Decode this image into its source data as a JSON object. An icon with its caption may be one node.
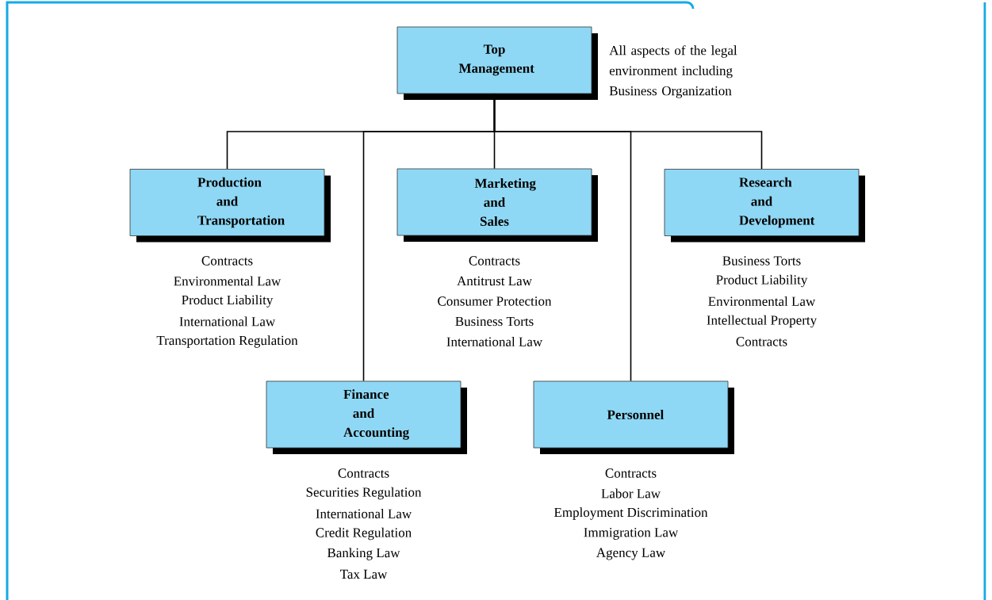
{
  "diagram": {
    "nodes": [
      {
        "text": [
          "Top Management"
        ],
        "beside": [
          "All aspects of the legal environment including Business Organization"
        ]
      },
      {
        "text": [
          "Production and Transportation"
        ],
        "beside": [
          "Contracts",
          "Environmental Law",
          "Product Liability",
          "International Law",
          "Transportation Regulation"
        ]
      },
      {
        "text": [
          "Marketing and Sales"
        ],
        "beside": [
          "Contracts",
          "Antitrust Law",
          "Consumer Protection",
          "Business Torts",
          "International Law"
        ]
      },
      {
        "text": [
          "Research and Development"
        ],
        "beside": [
          "Business Torts",
          "Product Liability",
          "Environmental Law",
          "Intellectual Property",
          "Contracts"
        ]
      },
      {
        "text": [
          "Finance and Accounting"
        ],
        "beside": [
          "Contracts",
          "Securities Regulation",
          "International Law",
          "Credit Regulation",
          "Banking Law",
          "Tax Law"
        ]
      },
      {
        "text": [
          "Personnel"
        ],
        "beside": [
          "Contracts",
          "Labor Law",
          "Employment Discrimination",
          "Immigration Law",
          "Agency Law"
        ]
      }
    ],
    "edges": [
      {
        "from": 0,
        "to": 1,
        "arrow": "none"
      },
      {
        "from": 0,
        "to": 4,
        "arrow": "none"
      },
      {
        "from": 0,
        "to": 2,
        "arrow": "none"
      },
      {
        "from": 0,
        "to": 5,
        "arrow": "none"
      },
      {
        "from": 0,
        "to": 3,
        "arrow": "none"
      }
    ]
  }
}
